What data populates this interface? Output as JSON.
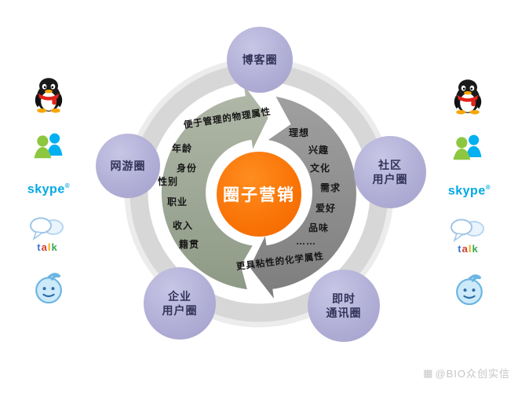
{
  "diagram": {
    "center": {
      "label": "圈子营销"
    },
    "nodes": {
      "blog": {
        "label": "博客圈"
      },
      "game": {
        "label": "网游圈"
      },
      "community": {
        "label": "社区\n用户圈"
      },
      "enterprise": {
        "label": "企业\n用户圈"
      },
      "im": {
        "label": "即时\n通讯圈"
      }
    },
    "physical": {
      "title": "便于管理的物理属性",
      "items": [
        "年龄",
        "身份",
        "性别",
        "职业",
        "收入",
        "籍贯"
      ]
    },
    "chemical": {
      "title": "更具粘性的化学属性",
      "items": [
        "理想",
        "兴趣",
        "文化",
        "需求",
        "爱好",
        "品味",
        "……"
      ]
    }
  },
  "icons": {
    "skype": {
      "label": "skype",
      "reg": "®"
    },
    "talk": {
      "letters": [
        "t",
        "a",
        "l",
        "k"
      ]
    }
  },
  "watermark": {
    "icon": "▦",
    "text": "@BIO众创实信"
  },
  "colors": {
    "accent_orange": "#f97306",
    "node_purple": "#b1afd6",
    "arrow_sage": "#9fa896",
    "arrow_gray": "#8d8d8d",
    "ring_gray": "#d7d7d7",
    "skype_blue": "#00a8e4",
    "talk_t": "#3a77d8",
    "talk_a": "#d23f31",
    "talk_l": "#f2a900",
    "talk_k": "#3aa757"
  }
}
